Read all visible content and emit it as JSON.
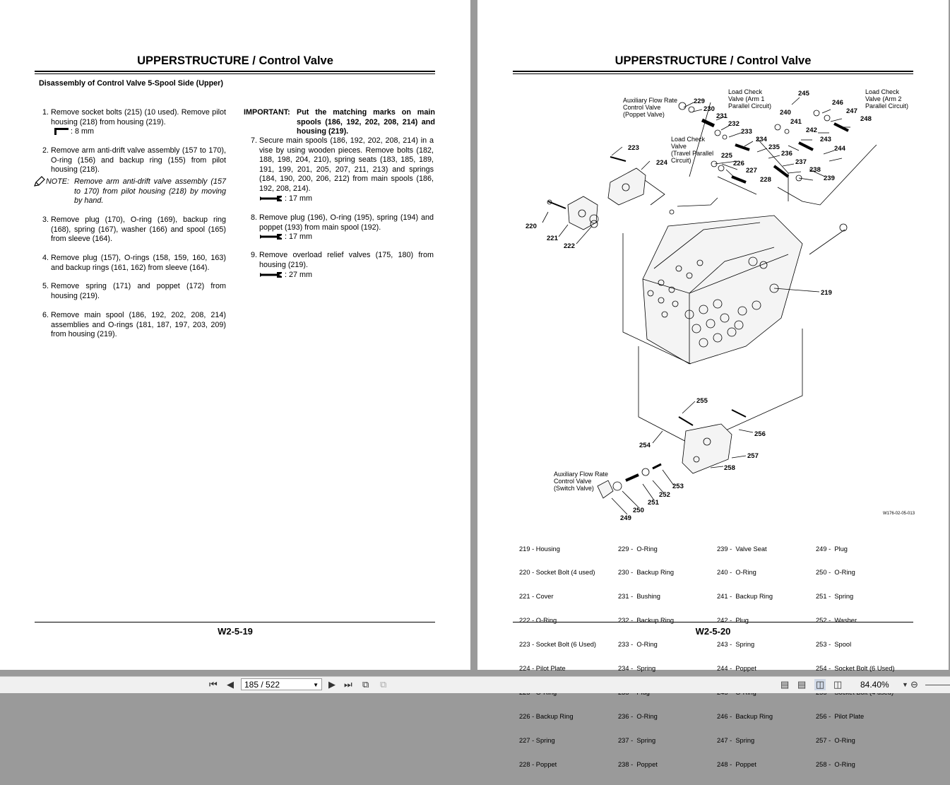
{
  "left_page": {
    "title": "UPPERSTRUCTURE / Control Valve",
    "section_heading": "Disassembly of Control Valve 5-Spool Side (Upper)",
    "steps": [
      {
        "num": "1.",
        "text": "Remove socket bolts (215) (10 used). Remove pilot housing (218) from housing (219).",
        "tool": ": 8 mm"
      },
      {
        "num": "2.",
        "text": "Remove arm anti-drift valve assembly (157 to 170), O-ring (156) and backup ring (155) from pilot housing (218)."
      },
      {
        "num": "3.",
        "text": "Remove plug (170), O-ring (169), backup ring (168), spring (167), washer (166) and spool (165) from sleeve (164)."
      },
      {
        "num": "4.",
        "text": "Remove plug (157), O-rings (158, 159, 160, 163) and backup rings (161, 162) from sleeve (164)."
      },
      {
        "num": "5.",
        "text": "Remove spring (171) and poppet (172) from housing (219)."
      },
      {
        "num": "6.",
        "text": "Remove main spool (186, 192, 202, 208, 214) assemblies and O-rings (181, 187, 197, 203, 209) from housing (219)."
      }
    ],
    "note_label": "NOTE:",
    "note_text": "Remove arm anti-drift valve assembly (157 to 170) from pilot housing (218) by moving by hand.",
    "important_label": "IMPORTANT:",
    "important_text": "Put the matching marks on main spools (186, 192, 202, 208, 214) and housing (219).",
    "steps_right": [
      {
        "num": "7.",
        "text": "Secure main spools (186, 192, 202, 208, 214) in a vise by using wooden pieces. Remove bolts (182, 188, 198, 204, 210), spring seats (183, 185, 189, 191, 199, 201, 205, 207, 211, 213) and springs (184, 190, 200, 206, 212) from main spools (186, 192, 208, 214).",
        "tool": ": 17 mm"
      },
      {
        "num": "8.",
        "text": "Remove plug (196), O-ring (195), spring (194) and poppet (193) from main spool (192).",
        "tool": ": 17 mm"
      },
      {
        "num": "9.",
        "text": "Remove overload relief valves (175, 180) from housing (219).",
        "tool": ": 27 mm"
      }
    ],
    "footer": "W2-5-19"
  },
  "right_page": {
    "title": "UPPERSTRUCTURE / Control Valve",
    "figure_id": "W176-02-05-013",
    "labels": {
      "aux_poppet": [
        "Auxiliary Flow Rate",
        "Control Valve",
        "(Poppet Valve)"
      ],
      "lc_arm1": [
        "Load Check",
        "Valve (Arm 1",
        "Parallel Circuit)"
      ],
      "lc_arm2": [
        "Load Check",
        "Valve (Arm 2",
        "Parallel Circuit)"
      ],
      "lc_travel": [
        "Load Check",
        "Valve",
        "(Travel Parallel",
        "Circuit)"
      ],
      "aux_switch": [
        "Auxiliary Flow Rate",
        "Control Valve",
        "(Switch Valve)"
      ]
    },
    "legend_columns": [
      [
        "219 - Housing",
        "220 - Socket Bolt (4 used)",
        "221 - Cover",
        "222 - O-Ring",
        "223 - Socket Bolt (6 Used)",
        "224 - Pilot Plate",
        "225 - O-Ring",
        "226 - Backup Ring",
        "227 - Spring",
        "228 - Poppet"
      ],
      [
        "229 -  O-Ring",
        "230 -  Backup Ring",
        "231 -  Bushing",
        "232 -  Backup Ring",
        "233 -  O-Ring",
        "234 -  Spring",
        "235 -  Plug",
        "236 -  O-Ring",
        "237 -  Spring",
        "238 -  Poppet"
      ],
      [
        "239 -  Valve Seat",
        "240 -  O-Ring",
        "241 -  Backup Ring",
        "242 -  Plug",
        "243 -  Spring",
        "244 -  Poppet",
        "245 -  O-Ring",
        "246 -  Backup Ring",
        "247 -  Spring",
        "248 -  Poppet"
      ],
      [
        "249 -  Plug",
        "250 -  O-Ring",
        "251 -  Spring",
        "252 -  Washer",
        "253 -  Spool",
        "254 -  Socket Bolt (6 Used)",
        "255 -  Socket Bolt (4 used)",
        "256 -  Pilot Plate",
        "257 -  O-Ring",
        "258 -  O-Ring"
      ]
    ],
    "footer": "W2-5-20"
  },
  "toolbar": {
    "page_indicator": "185 / 522",
    "zoom": "84.40%"
  }
}
